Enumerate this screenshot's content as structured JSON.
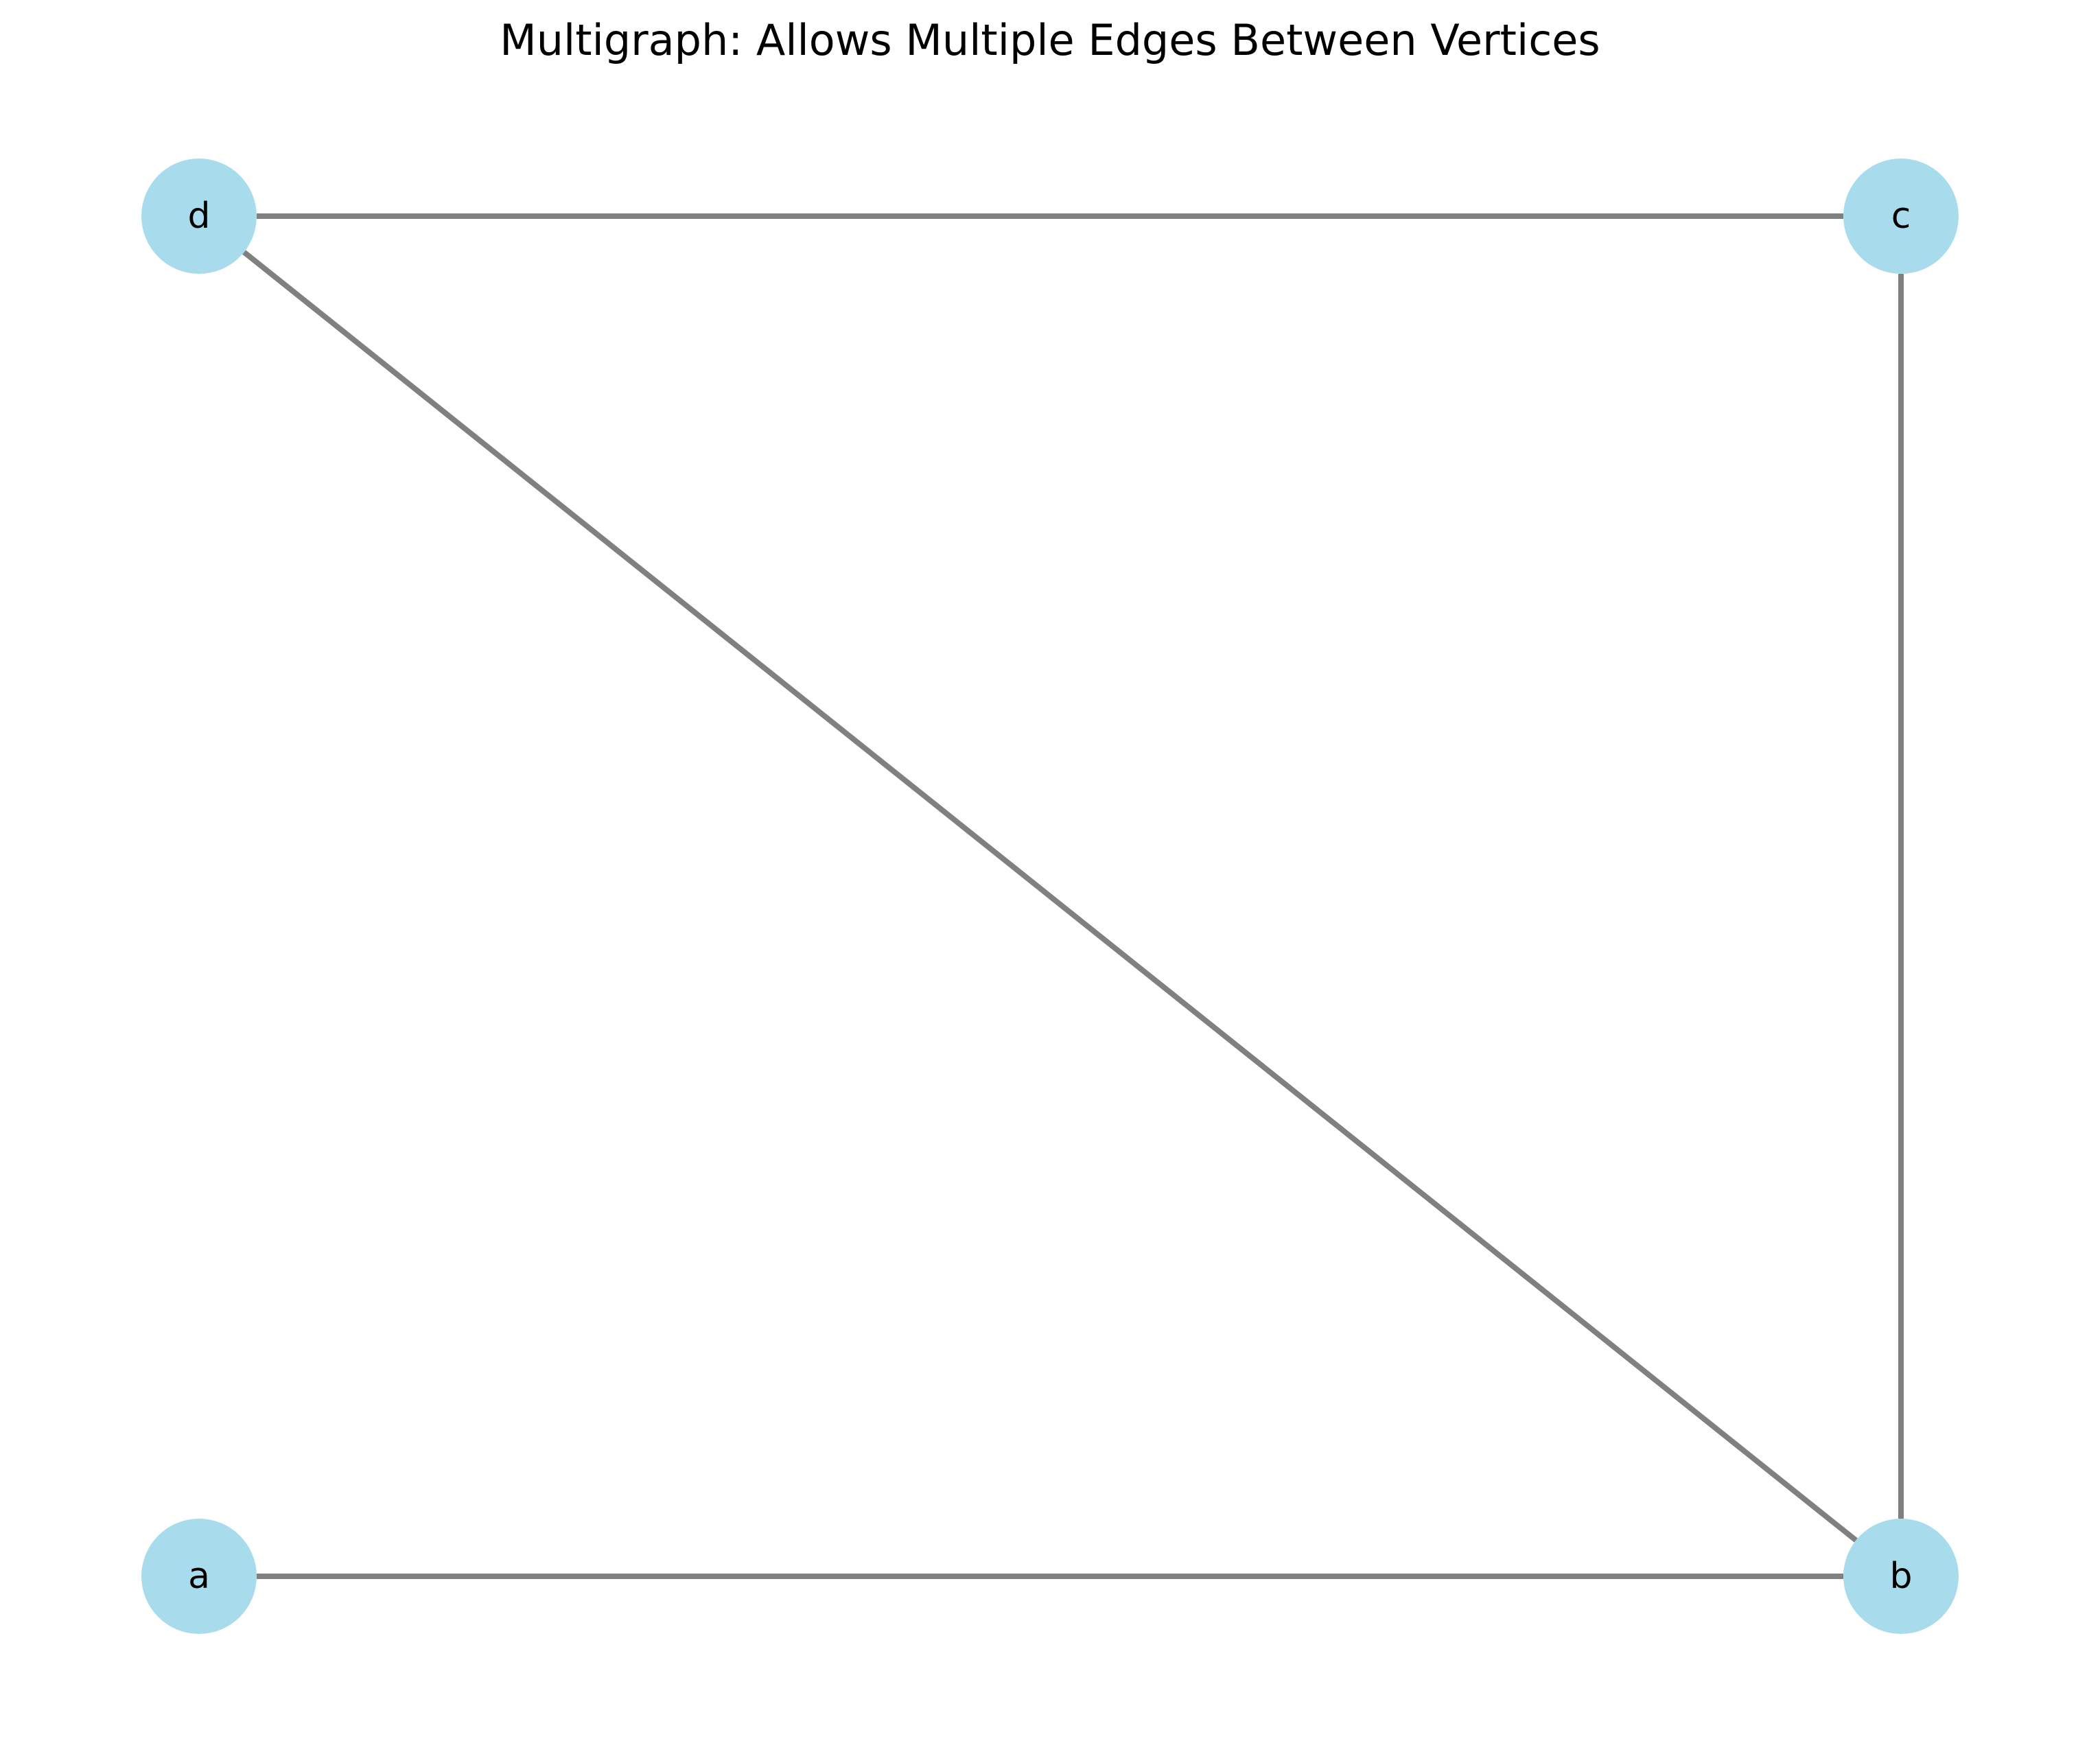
{
  "title": "Multigraph: Allows Multiple Edges Between Vertices",
  "colors": {
    "node_fill": "#a8dced",
    "edge_stroke": "#808080",
    "label": "#000000",
    "background": "#ffffff"
  },
  "nodes": [
    {
      "id": "a",
      "label": "a"
    },
    {
      "id": "b",
      "label": "b"
    },
    {
      "id": "c",
      "label": "c"
    },
    {
      "id": "d",
      "label": "d"
    }
  ],
  "edges": [
    {
      "from": "a",
      "to": "b"
    },
    {
      "from": "b",
      "to": "c"
    },
    {
      "from": "b",
      "to": "d"
    },
    {
      "from": "c",
      "to": "d"
    }
  ]
}
